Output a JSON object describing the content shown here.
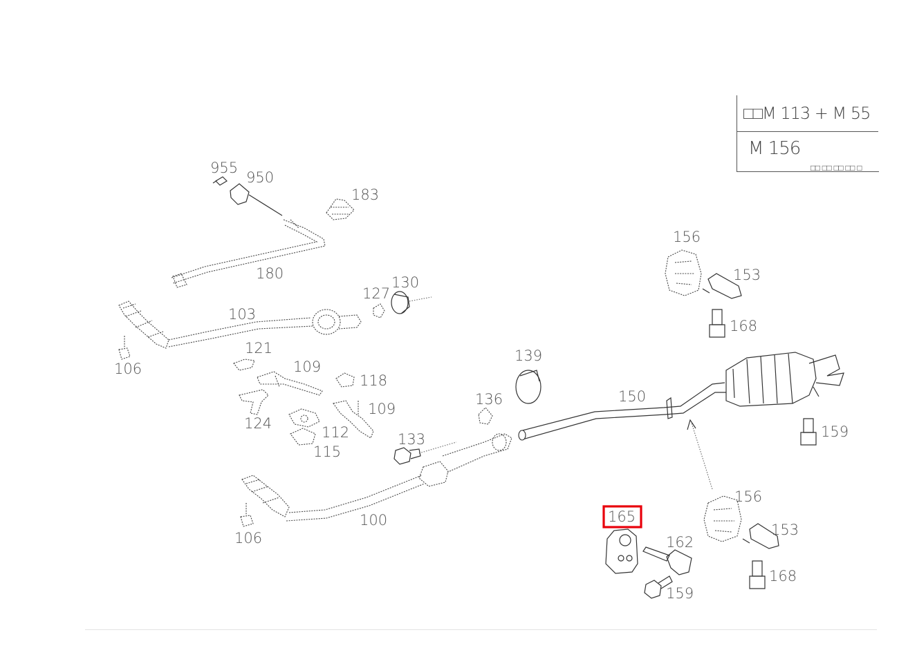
{
  "legend": {
    "engine_line_1": "□□M 113 + M 55",
    "engine_line_2": "M 156",
    "note": "□□ □□ □□ □□ □"
  },
  "highlighted_part": "165",
  "callouts": [
    {
      "id": "955",
      "label": "955"
    },
    {
      "id": "950",
      "label": "950"
    },
    {
      "id": "183",
      "label": "183"
    },
    {
      "id": "180",
      "label": "180"
    },
    {
      "id": "130",
      "label": "130"
    },
    {
      "id": "127",
      "label": "127"
    },
    {
      "id": "103",
      "label": "103"
    },
    {
      "id": "106a",
      "label": "106"
    },
    {
      "id": "121",
      "label": "121"
    },
    {
      "id": "109a",
      "label": "109"
    },
    {
      "id": "118",
      "label": "118"
    },
    {
      "id": "109b",
      "label": "109"
    },
    {
      "id": "124",
      "label": "124"
    },
    {
      "id": "112",
      "label": "112"
    },
    {
      "id": "115",
      "label": "115"
    },
    {
      "id": "139",
      "label": "139"
    },
    {
      "id": "136",
      "label": "136"
    },
    {
      "id": "133",
      "label": "133"
    },
    {
      "id": "150",
      "label": "150"
    },
    {
      "id": "156a",
      "label": "156"
    },
    {
      "id": "153a",
      "label": "153"
    },
    {
      "id": "168a",
      "label": "168"
    },
    {
      "id": "159a",
      "label": "159"
    },
    {
      "id": "100",
      "label": "100"
    },
    {
      "id": "106b",
      "label": "106"
    },
    {
      "id": "165",
      "label": "165"
    },
    {
      "id": "162",
      "label": "162"
    },
    {
      "id": "159b",
      "label": "159"
    },
    {
      "id": "156b",
      "label": "156"
    },
    {
      "id": "153b",
      "label": "153"
    },
    {
      "id": "168b",
      "label": "168"
    }
  ]
}
